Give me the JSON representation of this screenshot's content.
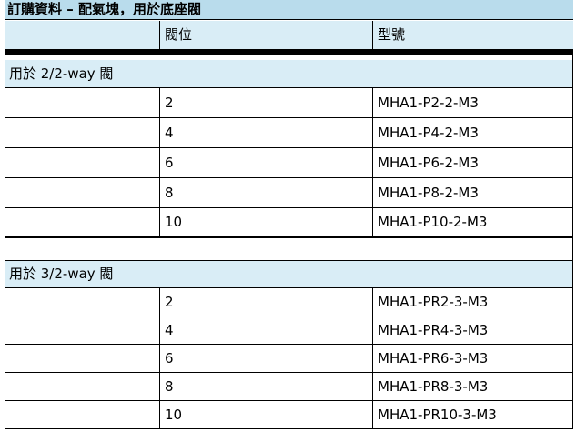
{
  "title": "訂購資料 – 配氣塊，用於底座閥",
  "columns": {
    "position": "閥位",
    "model": "型號"
  },
  "groups": [
    {
      "label": "用於 2/2-way 閥",
      "rows": [
        {
          "positions": "2",
          "model": "MHA1-P2-2-M3"
        },
        {
          "positions": "4",
          "model": "MHA1-P4-2-M3"
        },
        {
          "positions": "6",
          "model": "MHA1-P6-2-M3"
        },
        {
          "positions": "8",
          "model": "MHA1-P8-2-M3"
        },
        {
          "positions": "10",
          "model": "MHA1-P10-2-M3"
        }
      ]
    },
    {
      "label": "用於 3/2-way 閥",
      "rows": [
        {
          "positions": "2",
          "model": "MHA1-PR2-3-M3"
        },
        {
          "positions": "4",
          "model": "MHA1-PR4-3-M3"
        },
        {
          "positions": "6",
          "model": "MHA1-PR6-3-M3"
        },
        {
          "positions": "8",
          "model": "MHA1-PR8-3-M3"
        },
        {
          "positions": "10",
          "model": "MHA1-PR10-3-M3"
        }
      ]
    }
  ],
  "colors": {
    "title_bg": "#b9dcec",
    "header_bg": "#d9edf6"
  }
}
